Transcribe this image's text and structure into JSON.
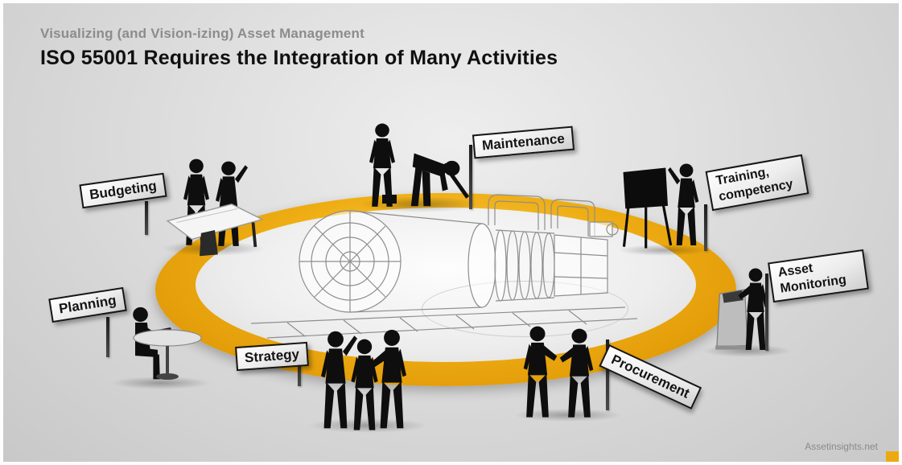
{
  "header": {
    "subtitle": "Visualizing (and Vision-izing) Asset Management",
    "title": "ISO 55001 Requires the Integration of Many Activities"
  },
  "signs": [
    {
      "id": "budgeting",
      "label": "Budgeting"
    },
    {
      "id": "planning",
      "label": "Planning"
    },
    {
      "id": "strategy",
      "label": "Strategy"
    },
    {
      "id": "maintenance",
      "label": "Maintenance"
    },
    {
      "id": "training-competency",
      "label": "Training, competency"
    },
    {
      "id": "asset-monitoring",
      "label": "Asset Monitoring"
    },
    {
      "id": "procurement",
      "label": "Procurement"
    }
  ],
  "scene": {
    "platform": "gold-ellipse-stage",
    "centerpiece": "turbine-wireframe-drawing"
  },
  "footer": {
    "watermark": "Assetinsights.net"
  },
  "colors": {
    "platform_gold": "#EDA912",
    "background_gray": "#DDDDDD",
    "sign_border": "#161616",
    "silhouette_black": "#0E0E0E"
  }
}
